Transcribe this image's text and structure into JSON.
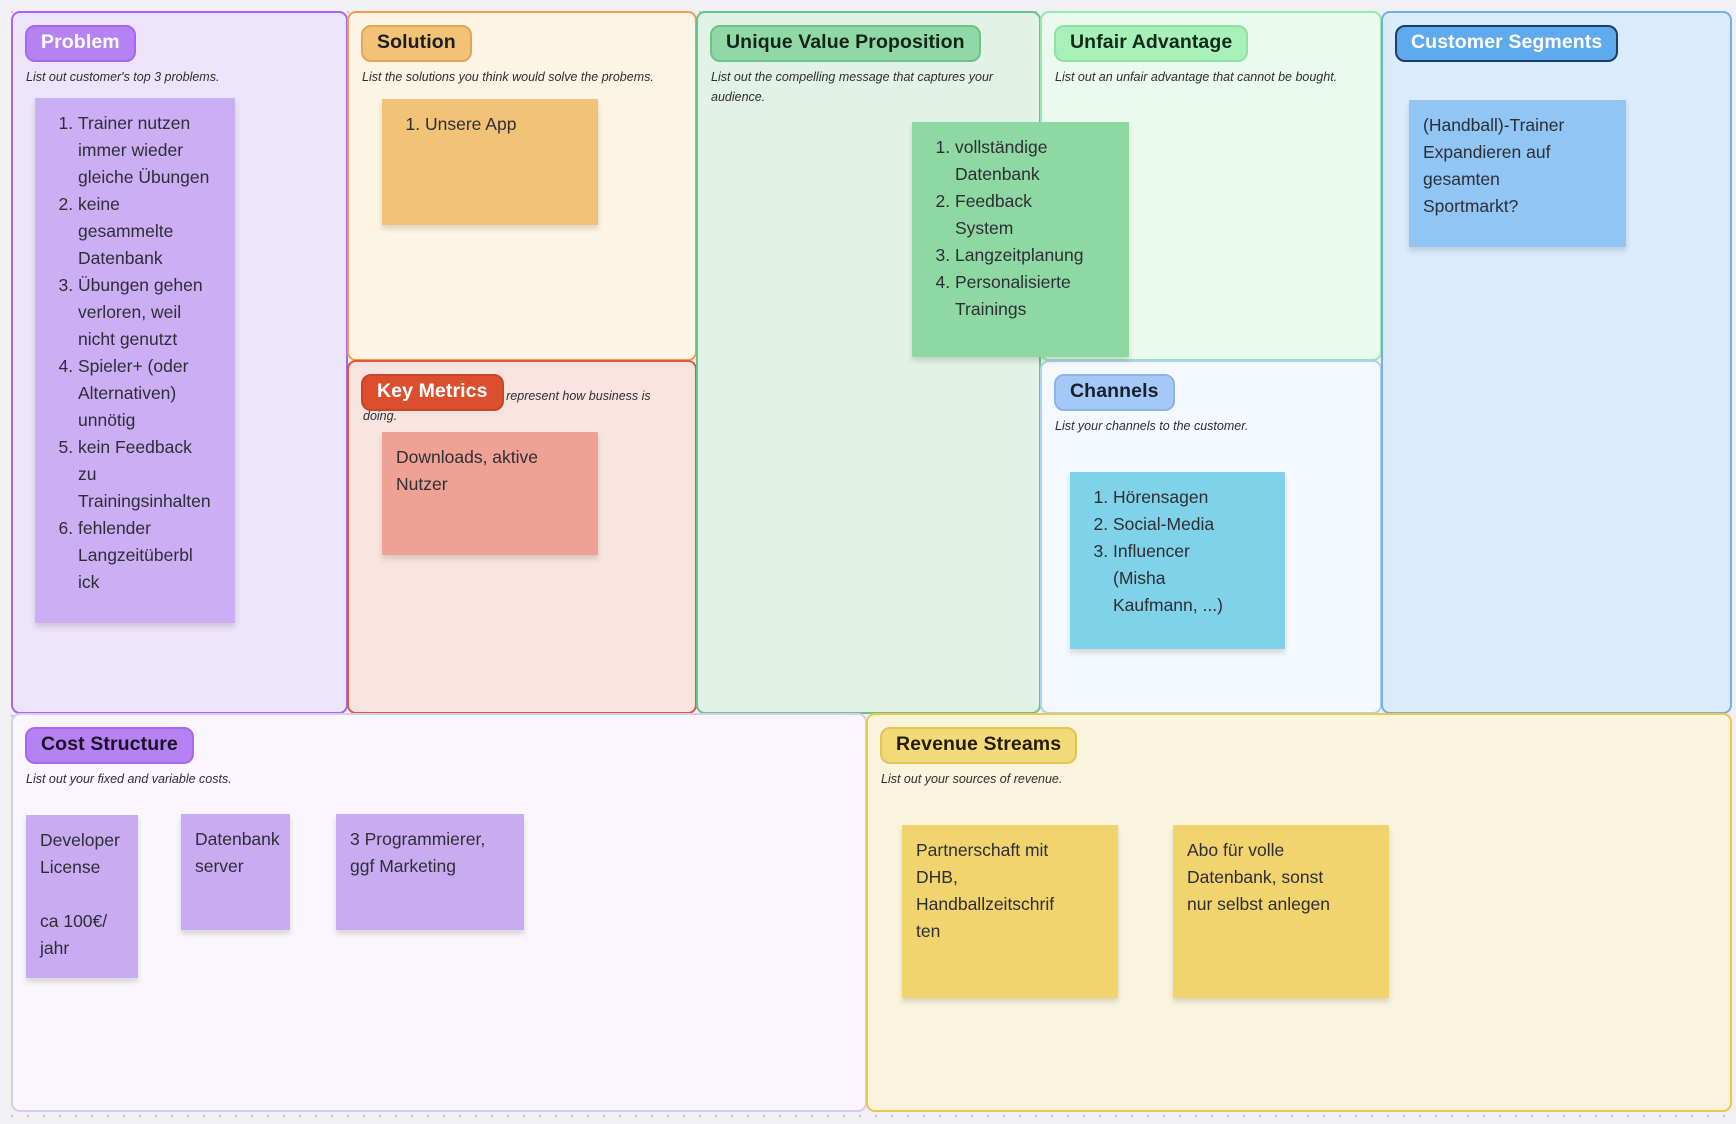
{
  "board": {
    "kind": "Lean Canvas whiteboard",
    "canvas_background": "#f1f1f4",
    "canvas_dot_color": "#c6c6cc"
  },
  "sections": {
    "problem": {
      "title": "Problem",
      "subtitle": "List out customer's top 3 problems.",
      "colors": {
        "badge": "#b582f3",
        "badge_text": "#ffffff",
        "fill": "#ece4f9",
        "border": "#a865f2",
        "sticky": "#ccaef4"
      },
      "sticky": {
        "items": [
          "Trainer nutzen\nimmer wieder\ngleiche Übungen",
          "keine\ngesammelte\nDatenbank",
          "Übungen gehen\nverloren, weil\nnicht genutzt",
          "Spieler+ (oder\nAlternativen)\nunnötig",
          "kein Feedback\nzu\nTrainingsinhalten",
          "fehlender\nLangzeitüberbl\nick"
        ]
      }
    },
    "solution": {
      "title": "Solution",
      "subtitle": "List the solutions you think would solve the probems.",
      "colors": {
        "badge": "#f2c377",
        "badge_text": "#1d1d24",
        "fill": "#fdf4e5",
        "border": "#eda14f",
        "sticky": "#f2c377"
      },
      "sticky": {
        "items": [
          "Unsere App"
        ]
      }
    },
    "key_metrics": {
      "title": "Key Metrics",
      "subtitle": "List the key numbers that represent how business is doing.",
      "colors": {
        "badge": "#dc4f2e",
        "badge_text": "#ffffff",
        "fill": "#f8e4df",
        "border": "#e05a3a",
        "sticky": "#efa294"
      },
      "sticky": {
        "text": "Downloads, aktive\nNutzer"
      }
    },
    "unique_value_proposition": {
      "title": "Unique Value Proposition",
      "subtitle": "List out the compelling message that captures your audience.",
      "colors": {
        "badge": "#91d8a7",
        "badge_text": "#12251a",
        "fill": "#e2f2e6",
        "border": "#6cc288",
        "sticky": "#8ed8a3"
      },
      "sticky": {
        "items": [
          "vollständige\nDatenbank",
          "Feedback\nSystem",
          "Langzeitplanung",
          "Personalisierte\nTrainings"
        ]
      }
    },
    "unfair_advantage": {
      "title": "Unfair Advantage",
      "subtitle": "List out an unfair advantage that cannot be bought.",
      "colors": {
        "badge": "#a7f0ba",
        "badge_text": "#132b1a",
        "fill": "#ebfaee",
        "border": "#97eaad"
      }
    },
    "channels": {
      "title": "Channels",
      "subtitle": "List your channels to the customer.",
      "colors": {
        "badge": "#a5c9f6",
        "badge_text": "#17202b",
        "fill": "#f3f9fe",
        "border": "#abd3f0",
        "sticky": "#80d2e8"
      },
      "sticky": {
        "items": [
          "Hörensagen",
          "Social-Media",
          "Influencer\n(Misha\nKaufmann, ...)"
        ]
      }
    },
    "customer_segments": {
      "title": "Customer Segments",
      "colors": {
        "badge": "#5fa9ef",
        "badge_text": "#ffffff",
        "badge_border": "#1d3f66",
        "fill": "#daebfb",
        "border": "#74aee5",
        "sticky": "#90c5f4"
      },
      "sticky": {
        "text": "(Handball)-Trainer\nExpandieren auf\ngesamten\nSportmarkt?"
      }
    },
    "cost_structure": {
      "title": "Cost Structure",
      "subtitle": "List out your fixed and variable costs.",
      "colors": {
        "badge": "#b582f3",
        "badge_text": "#1c1225",
        "fill": "#f9f7fd",
        "border": "#d9cbf1",
        "sticky": "#c9abf2"
      },
      "stickies": [
        "Developer\nLicense\n\nca 100€/\njahr",
        "Datenbank\nserver",
        "3 Programmierer,\nggf Marketing"
      ]
    },
    "revenue_streams": {
      "title": "Revenue Streams",
      "subtitle": "List out your sources of revenue.",
      "colors": {
        "badge": "#f3da78",
        "badge_text": "#241d06",
        "fill": "#fbf4dc",
        "border": "#eec84e",
        "sticky": "#f1d46d"
      },
      "stickies": [
        "Partnerschaft mit\nDHB,\nHandballzeitschrif\nten",
        "Abo für volle\nDatenbank, sonst\nnur selbst anlegen"
      ]
    }
  }
}
